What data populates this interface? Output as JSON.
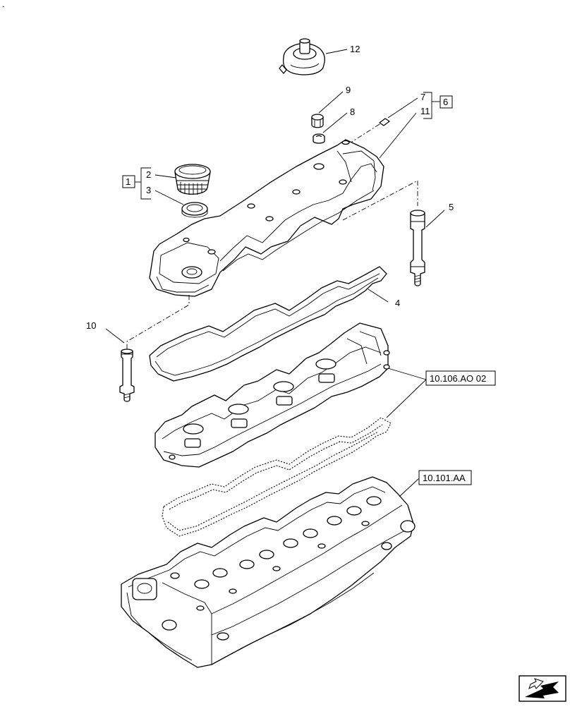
{
  "callouts": {
    "c1": "1",
    "c2": "2",
    "c3": "3",
    "c4": "4",
    "c5": "5",
    "c6": "6",
    "c7": "7",
    "c8": "8",
    "c9": "9",
    "c10": "10",
    "c11": "11",
    "c12": "12"
  },
  "references": {
    "valve_gear": "10.106.AO 02",
    "cylinder_head": "10.101.AA"
  },
  "navigation": {
    "icon": "next-page-arrow-icon"
  },
  "corner_mark": "."
}
